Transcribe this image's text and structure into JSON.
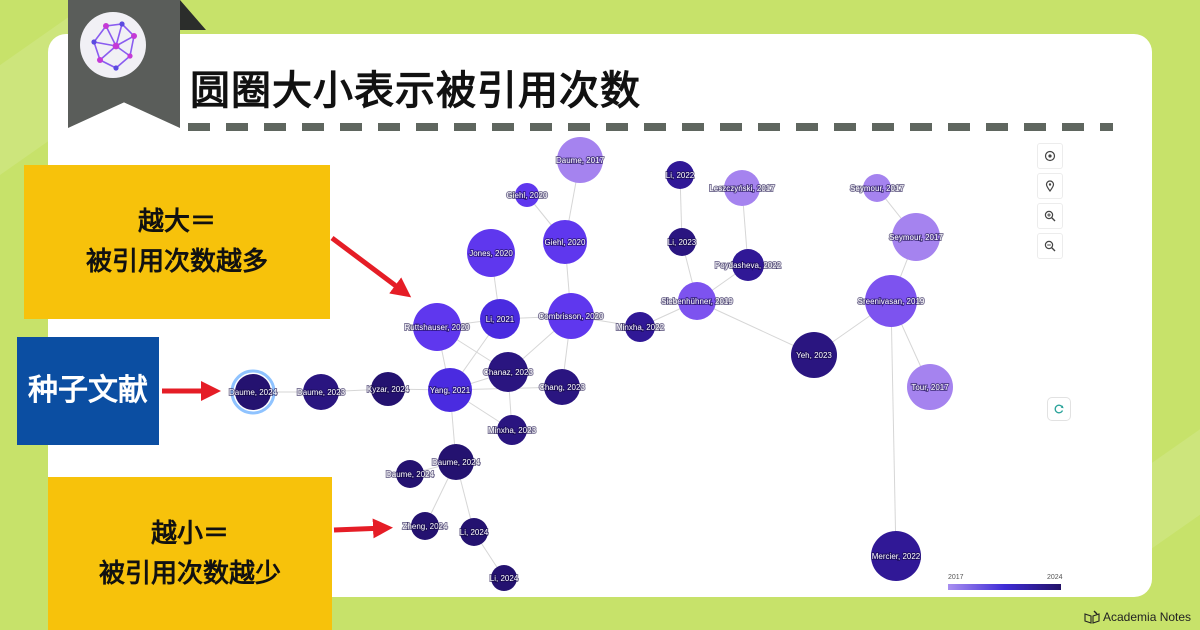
{
  "title": "圆圈大小表示被引用次数",
  "callouts": {
    "bigger_line1": "越大＝",
    "bigger_line2": "被引用次数越多",
    "seed": "种子文献",
    "smaller_line1": "越小＝",
    "smaller_line2": "被引用次数越少"
  },
  "graph": {
    "nodes": [
      {
        "label": "Daume, 2017",
        "year": 2017
      },
      {
        "label": "Giehl, 2020",
        "year": 2020
      },
      {
        "label": "Giehl, 2020",
        "year": 2020
      },
      {
        "label": "Jones, 2020",
        "year": 2020
      },
      {
        "label": "Li, 2021",
        "year": 2021
      },
      {
        "label": "Combrisson, 2020",
        "year": 2020
      },
      {
        "label": "Ruttshauser, 2020",
        "year": 2020
      },
      {
        "label": "Li, 2022",
        "year": 2022
      },
      {
        "label": "Li, 2023",
        "year": 2023
      },
      {
        "label": "Leszczyński, 2017",
        "year": 2017
      },
      {
        "label": "Poydasheva, 2022",
        "year": 2022
      },
      {
        "label": "Siebenhühner, 2019",
        "year": 2019
      },
      {
        "label": "Minxha, 2022",
        "year": 2022
      },
      {
        "label": "Seymour, 2017",
        "year": 2017
      },
      {
        "label": "Seymour, 2017",
        "year": 2017
      },
      {
        "label": "Sreenivasan, 2019",
        "year": 2019
      },
      {
        "label": "Yeh, 2023",
        "year": 2023
      },
      {
        "label": "Tour, 2017",
        "year": 2017
      },
      {
        "label": "Mercier, 2022",
        "year": 2022
      },
      {
        "label": "Daume, 2024",
        "year": 2024,
        "seed": true
      },
      {
        "label": "Daume, 2023",
        "year": 2023
      },
      {
        "label": "Kyzar, 2024",
        "year": 2024
      },
      {
        "label": "Yang, 2021",
        "year": 2021
      },
      {
        "label": "Chanaz, 2023",
        "year": 2023
      },
      {
        "label": "Chang, 2023",
        "year": 2023
      },
      {
        "label": "Minxha, 2023",
        "year": 2023
      },
      {
        "label": "Daume, 2024",
        "year": 2024
      },
      {
        "label": "Daume, 2024",
        "year": 2024
      },
      {
        "label": "Zheng, 2024",
        "year": 2024
      },
      {
        "label": "Li, 2024",
        "year": 2024
      },
      {
        "label": "Li, 2024",
        "year": 2024
      }
    ],
    "edges": [
      [
        0,
        2
      ],
      [
        1,
        2
      ],
      [
        2,
        5
      ],
      [
        3,
        4
      ],
      [
        4,
        6
      ],
      [
        4,
        5
      ],
      [
        4,
        22
      ],
      [
        6,
        22
      ],
      [
        6,
        23
      ],
      [
        5,
        23
      ],
      [
        5,
        12
      ],
      [
        5,
        24
      ],
      [
        7,
        8
      ],
      [
        8,
        11
      ],
      [
        9,
        10
      ],
      [
        10,
        11
      ],
      [
        11,
        12
      ],
      [
        11,
        16
      ],
      [
        13,
        14
      ],
      [
        14,
        15
      ],
      [
        15,
        16
      ],
      [
        15,
        17
      ],
      [
        15,
        18
      ],
      [
        19,
        20
      ],
      [
        20,
        21
      ],
      [
        21,
        22
      ],
      [
        22,
        23
      ],
      [
        22,
        24
      ],
      [
        22,
        25
      ],
      [
        22,
        26
      ],
      [
        26,
        27
      ],
      [
        26,
        28
      ],
      [
        26,
        29
      ],
      [
        29,
        30
      ],
      [
        23,
        25
      ]
    ],
    "legend_min": "2017",
    "legend_max": "2024",
    "colors": {
      "2017": "#a583ef",
      "2019": "#7d53ef",
      "2020": "#5f37ee",
      "2021": "#4a2be0",
      "2022": "#301896",
      "2023": "#2a1580",
      "2024": "#241270"
    }
  },
  "controls": {
    "icons": [
      "target-icon",
      "location-pin-icon",
      "zoom-in-icon",
      "zoom-out-icon"
    ],
    "side_icon": "sync-icon"
  },
  "footer": {
    "brand": "Academia Notes",
    "icon": "book-pen-icon"
  },
  "accent_colors": {
    "background": "#c7e26a",
    "callout_yellow": "#f7c20b",
    "callout_blue": "#0b4ea2",
    "arrow_red": "#e51d26",
    "bookmark": "#5a5d5a"
  }
}
